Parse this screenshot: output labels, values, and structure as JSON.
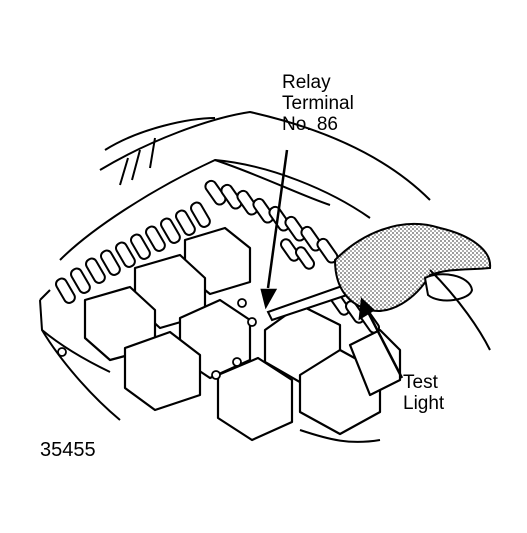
{
  "labels": {
    "relay_terminal": [
      "Relay",
      "Terminal",
      "No. 86"
    ],
    "test_light": [
      "Test",
      "Light"
    ],
    "figure_number": "35455"
  },
  "colors": {
    "ink": "#000000",
    "paper": "#ffffff",
    "stipple": "#9a9a9a"
  }
}
